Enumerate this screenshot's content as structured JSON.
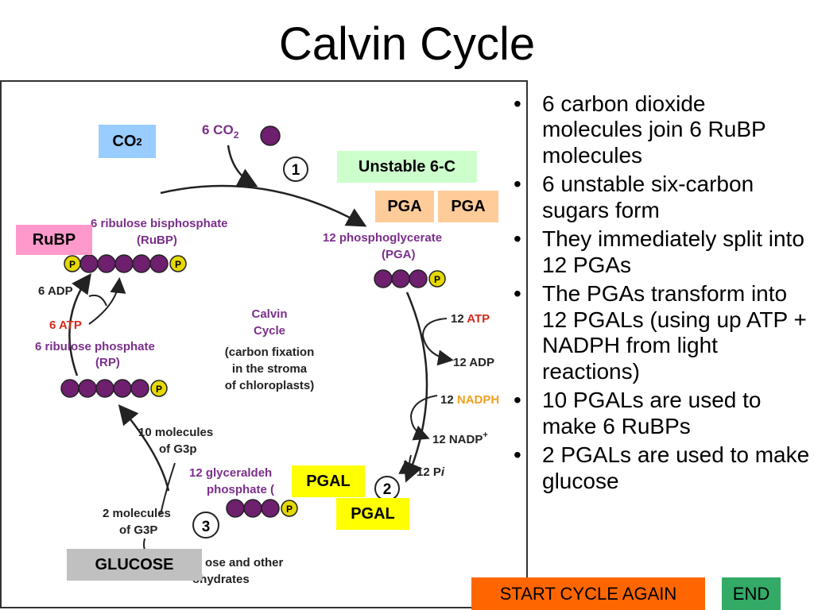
{
  "title": "Calvin Cycle",
  "colors": {
    "molecule": "#6e1f6e",
    "phosphate": "#e6d900",
    "label_purple": "#7a2f8a",
    "label_red": "#d42a1e",
    "label_orange": "#f0a020",
    "co2_tag": "#99ccff",
    "unstable_tag": "#ccffcc",
    "pga_tag": "#ffcc99",
    "rubp_tag": "#ff99cc",
    "pgal_tag": "#ffff00",
    "glucose_tag": "#c0c0c0",
    "start_button": "#ff6600",
    "end_button": "#33aa66"
  },
  "bullets": [
    "6 carbon dioxide molecules join 6 RuBP molecules",
    "6 unstable six-carbon sugars form",
    "They immediately split into 12 PGAs",
    "The PGAs transform into 12 PGALs  (using up ATP + NADPH from light reactions)",
    "10 PGALs are used to make 6 RuBPs",
    "2 PGALs are used to make glucose"
  ],
  "bullet_symbol": "•",
  "diagram": {
    "co2_main": "6 CO",
    "co2_sub": "2",
    "step1": "1",
    "step2": "2",
    "step3": "3",
    "rubp_line1": "6 ribulose bisphosphate",
    "rubp_line2": "(RuBP)",
    "pga_line1": "12 phosphoglycerate",
    "pga_line2": "(PGA)",
    "adp6": "6 ADP",
    "atp6": "6 ATP",
    "rp_line1": "6 ribulose phosphate",
    "rp_line2": "(RP)",
    "center_line1": "Calvin",
    "center_line2": "Cycle",
    "center_line3": "(carbon fixation",
    "center_line4": "in the stroma",
    "center_line5": "of chloroplasts)",
    "atp12_num": "12 ",
    "atp12_word": "ATP",
    "adp12": "12 ADP",
    "nadph12_num": "12 ",
    "nadph12_word": "NADPH",
    "nadp12": "12 NADP",
    "nadp12_sup": "+",
    "pi12": "12 P",
    "pi12_i": "i",
    "g3p10_line1": "10 molecules",
    "g3p10_line2": "of G3p",
    "gald_line1": "12 glyceraldeh",
    "gald_line2": "phosphate (",
    "g3p2_line1": "2 molecules",
    "g3p2_line2": "of G3P",
    "glucose_line1": "ose and other",
    "glucose_line2": "ohydrates",
    "phosphate_letter": "P"
  },
  "tags": {
    "co2_main": "CO",
    "co2_sub": "2",
    "unstable": "Unstable 6-C",
    "pga_a": "PGA",
    "pga_b": "PGA",
    "rubp": "RuBP",
    "pgal_a": "PGAL",
    "pgal_b": "PGAL",
    "glucose": "GLUCOSE"
  },
  "buttons": {
    "start": "START CYCLE AGAIN",
    "end": "END"
  }
}
